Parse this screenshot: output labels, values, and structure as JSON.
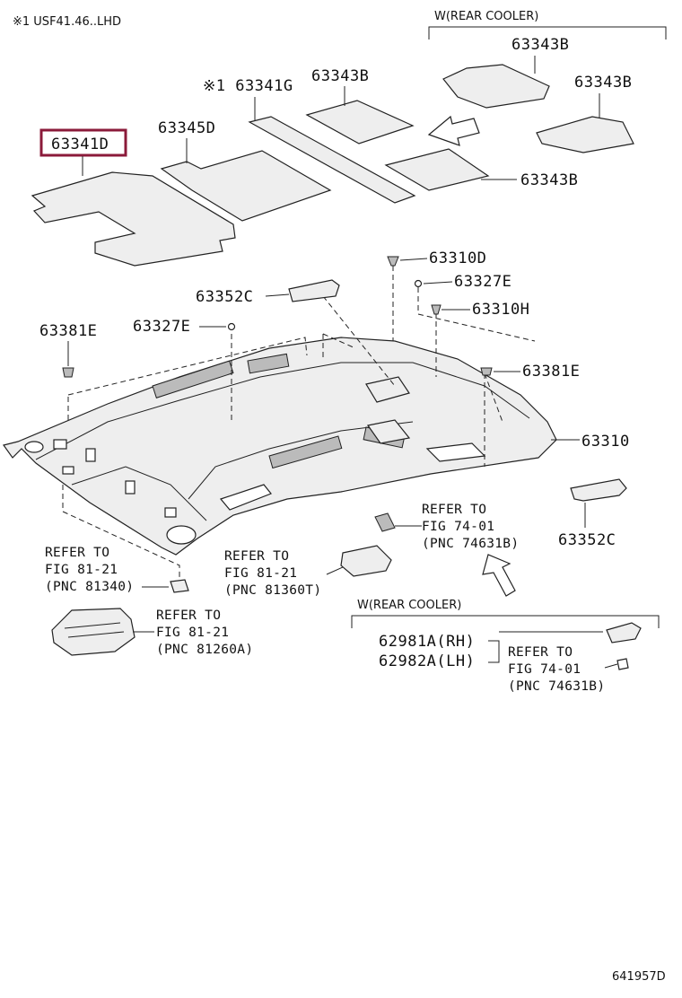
{
  "header": {
    "note": "※1 USF41.46..LHD",
    "diagram_id": "641957D"
  },
  "groups": {
    "rear_cooler_top": "W(REAR COOLER)",
    "rear_cooler_bottom": "W(REAR COOLER)"
  },
  "parts": {
    "p63341D": "63341D",
    "p63345D": "63345D",
    "p63341G": "※1 63341G",
    "p63343B_a": "63343B",
    "p63343B_b": "63343B",
    "p63343B_c": "63343B",
    "p63343B_d": "63343B",
    "p63310D": "63310D",
    "p63327E_a": "63327E",
    "p63327E_b": "63327E",
    "p63310H": "63310H",
    "p63352C_a": "63352C",
    "p63352C_b": "63352C",
    "p63381E_a": "63381E",
    "p63381E_b": "63381E",
    "p63310": "63310",
    "p62981A": "62981A(RH)",
    "p62982A": "62982A(LH)"
  },
  "refs": {
    "r1": [
      "REFER TO",
      "FIG 74-01",
      "(PNC 74631B)"
    ],
    "r2": [
      "REFER TO",
      "FIG 81-21",
      "(PNC 81340)"
    ],
    "r3": [
      "REFER TO",
      "FIG 81-21",
      "(PNC 81360T)"
    ],
    "r4": [
      "REFER TO",
      "FIG 81-21",
      "(PNC 81260A)"
    ],
    "r5": [
      "REFER TO",
      "FIG 74-01",
      "(PNC 74631B)"
    ]
  },
  "highlight_color": "#8b1a3a"
}
